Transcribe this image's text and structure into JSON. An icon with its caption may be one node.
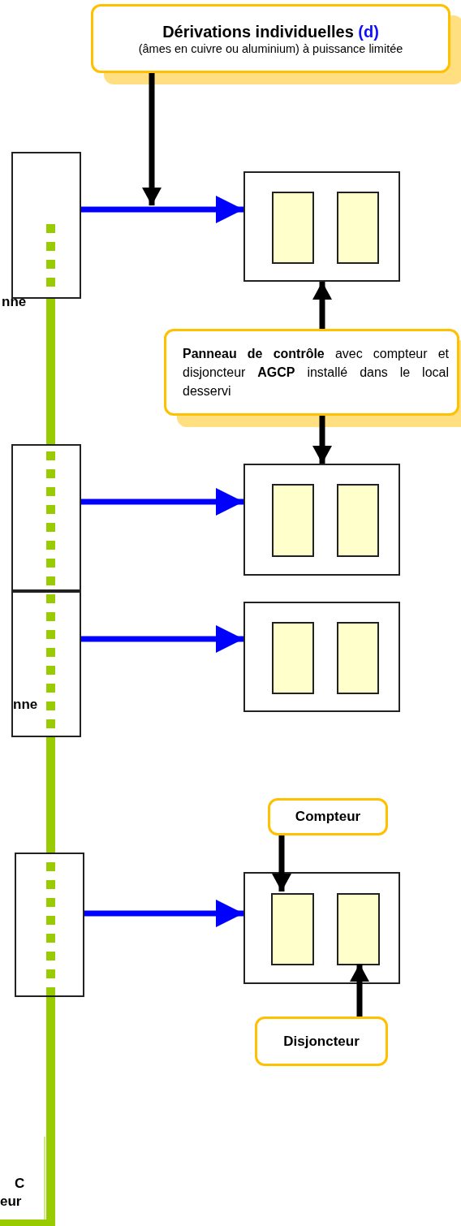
{
  "diagram": {
    "nodes": [
      {
        "text": [
          "Dérivations individuelles",
          "(d)",
          "(âmes en cuivre ou aluminium) à puissance limitée"
        ]
      },
      {
        "text": [],
        "shape": "box"
      },
      {
        "text": [],
        "shape": "box"
      },
      {
        "text": [],
        "shape": "box",
        "in": 2
      },
      {
        "text": [],
        "shape": "box",
        "in": 2
      },
      {
        "text": [
          "**Panneau de contrôle** avec compteur et disjoncteur **AGCP** installé dans le local desservi"
        ]
      },
      {
        "text": [],
        "shape": "box"
      },
      {
        "text": [],
        "shape": "box"
      },
      {
        "text": [],
        "shape": "box"
      },
      {
        "text": [],
        "shape": "box",
        "in": 8
      },
      {
        "text": [],
        "shape": "box",
        "in": 8
      },
      {
        "text": [],
        "shape": "box"
      },
      {
        "text": [],
        "shape": "box",
        "in": 11
      },
      {
        "text": [],
        "shape": "box",
        "in": 11
      },
      {
        "text": [
          "Compteur"
        ]
      },
      {
        "text": [],
        "shape": "box"
      },
      {
        "text": [],
        "shape": "box"
      },
      {
        "text": [],
        "shape": "box",
        "in": 16
      },
      {
        "text": [],
        "shape": "box",
        "in": 16
      },
      {
        "text": [
          "Disjoncteur"
        ]
      }
    ],
    "edges": [
      {
        "from": 0,
        "to": null,
        "arrow": "to"
      },
      {
        "from": 1,
        "to": 2,
        "arrow": "to",
        "color": "#0000ff"
      },
      {
        "from": 5,
        "to": 2,
        "arrow": "to"
      },
      {
        "from": 5,
        "to": 8,
        "arrow": "to"
      },
      {
        "from": 6,
        "to": 8,
        "arrow": "to",
        "color": "#0000ff"
      },
      {
        "from": 7,
        "to": 11,
        "arrow": "to",
        "color": "#0000ff"
      },
      {
        "from": 15,
        "to": 16,
        "arrow": "to",
        "color": "#0000ff"
      },
      {
        "from": 14,
        "to": 17,
        "arrow": "to"
      },
      {
        "from": 19,
        "to": 18,
        "arrow": "to"
      }
    ],
    "labels": [
      "nne",
      "nne",
      "C",
      "eur"
    ]
  }
}
